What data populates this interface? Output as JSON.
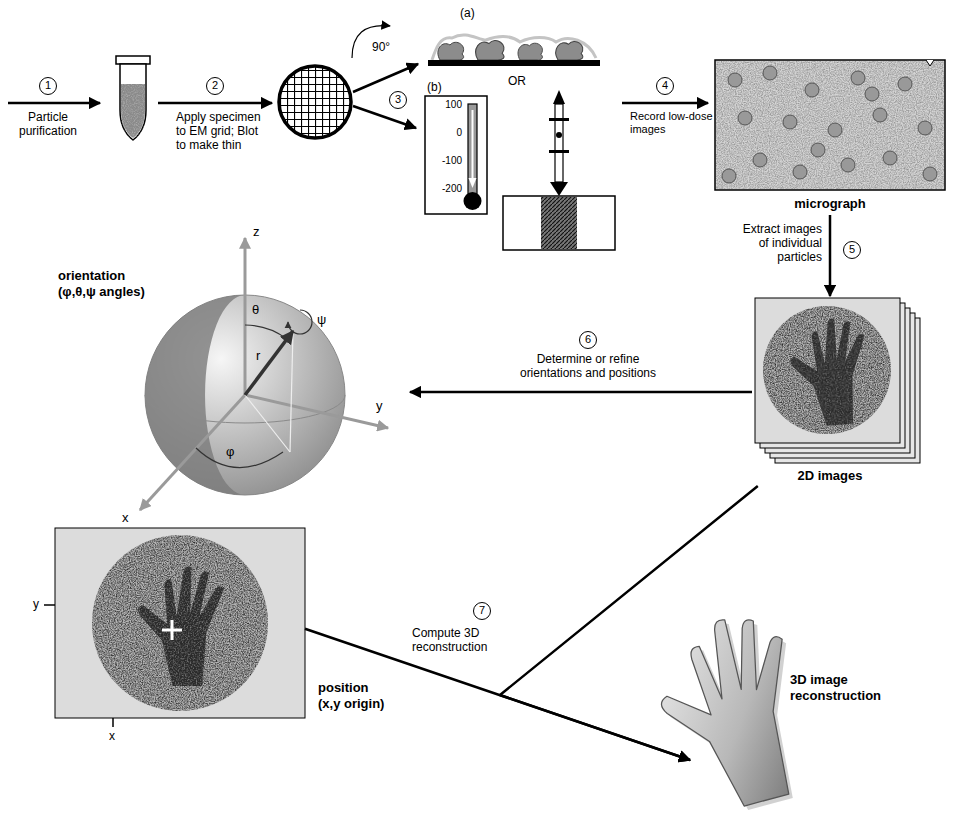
{
  "diagram": {
    "nodes": [
      {
        "text": [
          "micrograph"
        ]
      },
      {
        "text": [
          "2D images"
        ]
      },
      {
        "text": [
          "orientation (φ,θ,ψ angles)"
        ]
      },
      {
        "text": [
          "position (x,y origin)"
        ]
      },
      {
        "text": [
          "3D image reconstruction"
        ]
      }
    ],
    "edges": [
      {
        "from": 0,
        "to": 1,
        "arrow": "to"
      },
      {
        "from": 1,
        "to": 2,
        "arrow": "to"
      },
      {
        "from": 1,
        "to": 4,
        "arrow": "to"
      },
      {
        "from": 3,
        "to": 4,
        "arrow": "to"
      }
    ],
    "labels": [
      "1",
      "Particle purification",
      "2",
      "Apply specimen to EM grid; Blot to make thin",
      "90°",
      "3",
      "(a)",
      "OR",
      "(b)",
      "100",
      "0",
      "-100",
      "-200",
      "4",
      "Record low-dose images",
      "Extract images of individual particles",
      "5",
      "6",
      "Determine or refine orientations and positions",
      "z",
      "θ",
      "ψ",
      "r",
      "y",
      "φ",
      "x",
      "y",
      "x",
      "7",
      "Compute 3D reconstruction"
    ]
  }
}
